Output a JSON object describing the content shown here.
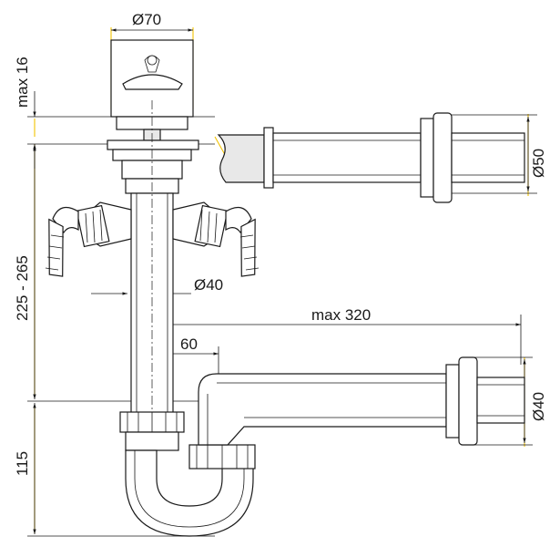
{
  "dimensions": {
    "top_diameter": "Ø70",
    "max_height_top": "max 16",
    "height_range": "225 - 265",
    "bottom_height": "115",
    "branch_diameter": "Ø40",
    "max_reach": "max 320",
    "offset": "60",
    "overflow_pipe_diameter": "Ø50",
    "outlet_diameter": "Ø40"
  },
  "colors": {
    "extension_lines": "#f2c200",
    "outline": "#1a1a1a"
  }
}
